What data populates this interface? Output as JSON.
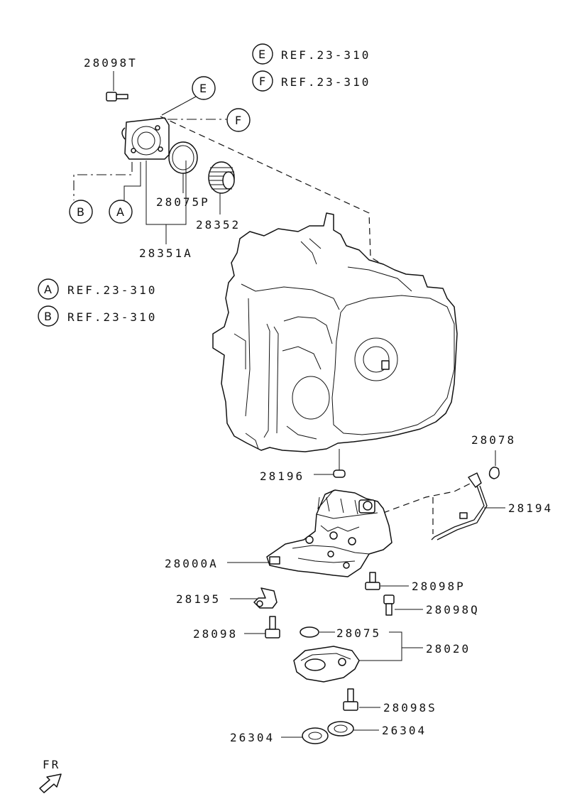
{
  "references": {
    "E": {
      "letter": "E",
      "text": "REF.23-310"
    },
    "F": {
      "letter": "F",
      "text": "REF.23-310"
    },
    "A": {
      "letter": "A",
      "text": "REF.23-310"
    },
    "B": {
      "letter": "B",
      "text": "REF.23-310"
    }
  },
  "callouts": {
    "E": "E",
    "F": "F",
    "A": "A",
    "B": "B"
  },
  "part_labels": {
    "p28098T": "28098T",
    "p28075P": "28075P",
    "p28352": "28352",
    "p28351A": "28351A",
    "p28196": "28196",
    "p28078": "28078",
    "p28194": "28194",
    "p28000A": "28000A",
    "p28098P": "28098P",
    "p28195": "28195",
    "p28098Q": "28098Q",
    "p28098": "28098",
    "p28075": "28075",
    "p28020": "28020",
    "p28098S": "28098S",
    "p26304_left": "26304",
    "p26304_right": "26304"
  },
  "direction": {
    "label": "FR"
  }
}
